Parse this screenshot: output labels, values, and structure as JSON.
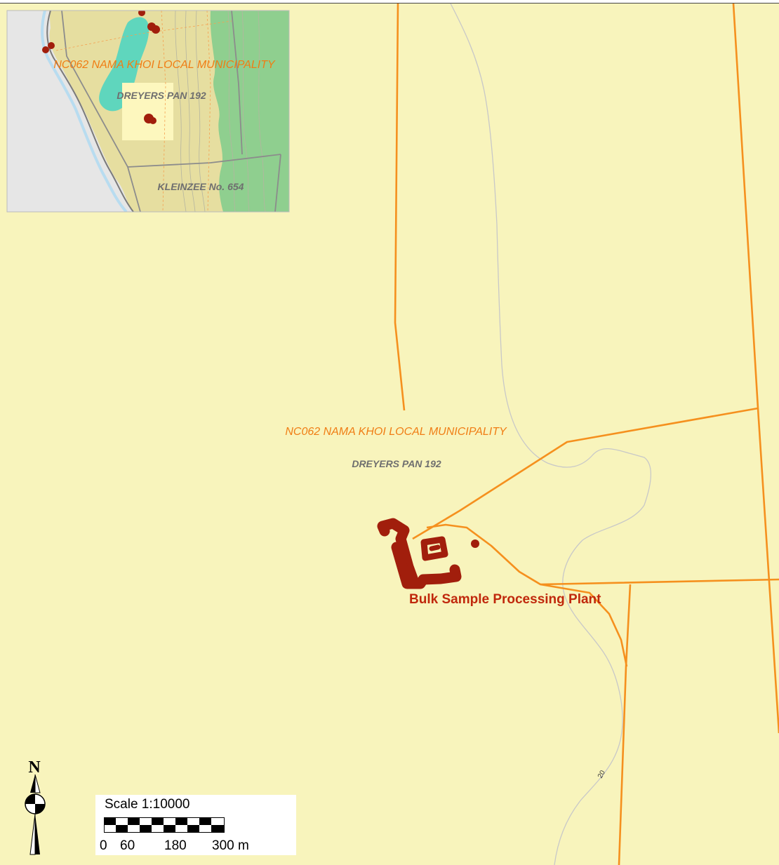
{
  "main_map": {
    "municipality_label": "NC062 NAMA KHOI LOCAL MUNICIPALITY",
    "farm_label": "DREYERS PAN 192",
    "site_label": "Bulk Sample Processing Plant",
    "road_number": "20",
    "colors": {
      "land": "#f8f4bc",
      "boundary": "#f5901e",
      "road": "#c8c8c8",
      "site": "#a11e0c"
    }
  },
  "inset_map": {
    "municipality_label": "NC062 NAMA KHOI LOCAL MUNICIPALITY",
    "farm_label": "DREYERS PAN 192",
    "farm_label_south": "KLEINZEE No. 654",
    "colors": {
      "sea": "#e6e6e6",
      "land": "#e6dea0",
      "pan": "#5fd6bd",
      "hills": "#8fcf8f",
      "highlight": "#fdf7be"
    }
  },
  "north_arrow": {
    "letter": "N"
  },
  "scale_bar": {
    "title": "Scale 1:10000",
    "ticks": [
      "0",
      "60",
      "180",
      "300 m"
    ]
  }
}
